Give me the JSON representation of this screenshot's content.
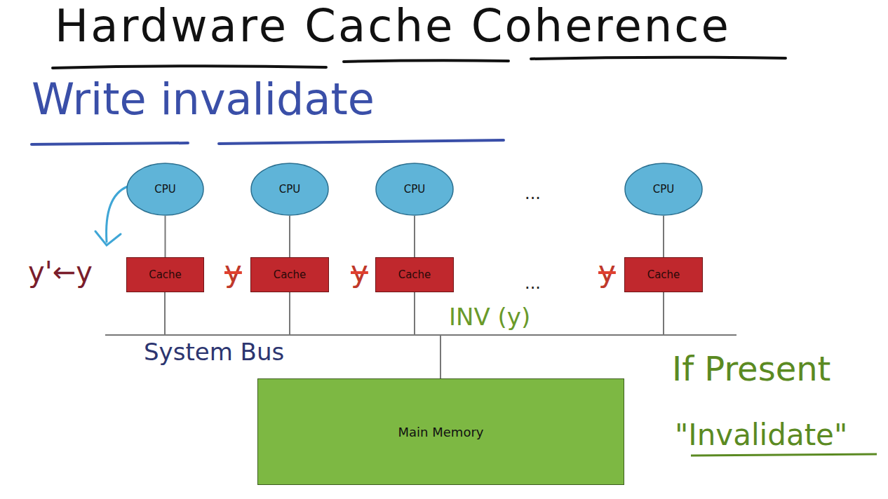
{
  "diagram": {
    "title": "Hardware Cache Coherence",
    "nodes": [
      {
        "text": [
          "CPU"
        ]
      },
      {
        "text": [
          "CPU"
        ]
      },
      {
        "text": [
          "CPU"
        ]
      },
      {
        "text": [
          "CPU"
        ]
      },
      {
        "text": [
          "Cache"
        ]
      },
      {
        "text": [
          "Cache"
        ]
      },
      {
        "text": [
          "Cache"
        ]
      },
      {
        "text": [
          "Cache"
        ]
      },
      {
        "text": [
          "Main Memory"
        ]
      }
    ],
    "edges": [
      {
        "from": 0,
        "to": 4,
        "arrow": "none"
      },
      {
        "from": 1,
        "to": 5,
        "arrow": "none"
      },
      {
        "from": 2,
        "to": 6,
        "arrow": "none"
      },
      {
        "from": 3,
        "to": 7,
        "arrow": "none"
      }
    ],
    "labels": [
      "Write invalidate",
      "y'←y",
      "y",
      "y",
      "y",
      "...",
      "...",
      "INV (y)",
      "System Bus",
      "If Present",
      "\"Invalidate\""
    ]
  }
}
